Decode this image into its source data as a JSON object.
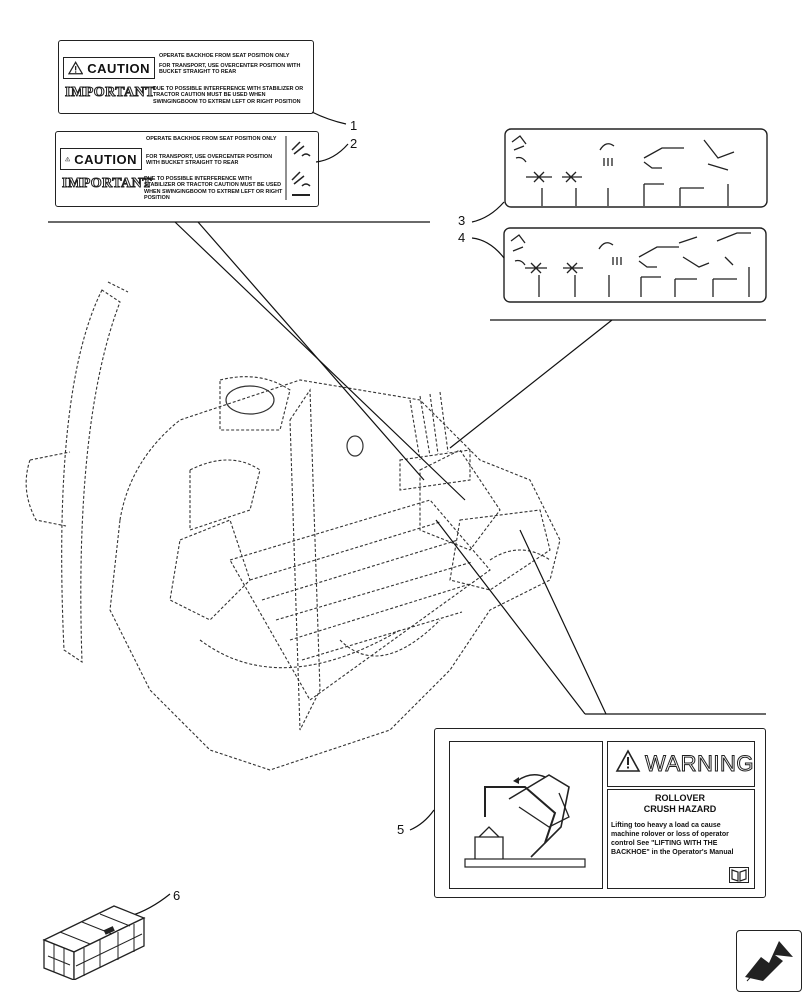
{
  "decal_1": {
    "caution": "CAUTION",
    "line_a": "OPERATE BACKHOE FROM SEAT POSITION ONLY",
    "line_b": "FOR TRANSPORT, USE OVERCENTER POSITION WITH BUCKET STRAIGHT TO REAR",
    "important": "IMPORTANT",
    "important_text": "DUE TO POSSIBLE INTERFERENCE WITH STABILIZER OR TRACTOR CAUTION MUST BE USED WHEN SWINGINGBOOM TO EXTREM LEFT OR RIGHT POSITION"
  },
  "decal_2": {
    "caution": "CAUTION",
    "line_a": "OPERATE BACKHOE FROM SEAT POSITION ONLY",
    "line_b": "FOR TRANSPORT, USE OVERCENTER POSITION WITH BUCKET STRAIGHT TO REAR",
    "important": "IMPORTANT",
    "important_text": "DUE TO POSSIBLE INTERFERENCE WITH STABILIZER OR TRACTOR CAUTION MUST BE USED WHEN SWINGINGBOOM TO EXTREM LEFT OR RIGHT POSITION"
  },
  "warning_decal": {
    "header": "WARNING",
    "subheader_1": "ROLLOVER",
    "subheader_2": "CRUSH HAZARD",
    "body": "Lifting too heavy a load ca cause machine rolover or loss of operator control See \"LIFTING WITH THE BACKHOE\" in the Operator's Manual"
  },
  "callouts": {
    "c1": "1",
    "c2": "2",
    "c3": "3",
    "c4": "4",
    "c5": "5",
    "c6": "6"
  },
  "icons": [
    "warning-triangle-icon",
    "operator-manual-icon",
    "next-page-arrow-icon",
    "kit-crate-icon"
  ]
}
